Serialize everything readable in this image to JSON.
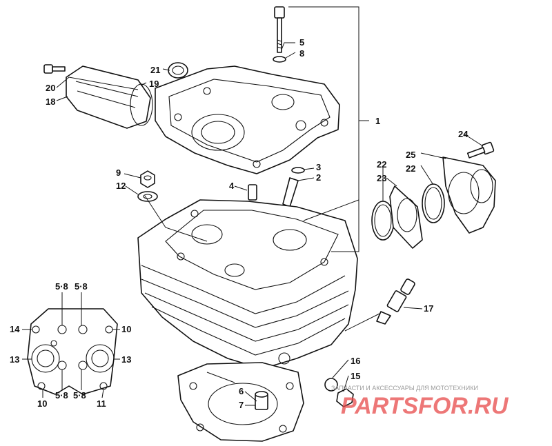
{
  "diagram": {
    "callouts": [
      {
        "id": "c1",
        "text": "1"
      },
      {
        "id": "c2",
        "text": "2"
      },
      {
        "id": "c3",
        "text": "3"
      },
      {
        "id": "c4",
        "text": "4"
      },
      {
        "id": "c5",
        "text": "5"
      },
      {
        "id": "c6",
        "text": "6"
      },
      {
        "id": "c7",
        "text": "7"
      },
      {
        "id": "c8",
        "text": "8"
      },
      {
        "id": "c9",
        "text": "9"
      },
      {
        "id": "c10a",
        "text": "10"
      },
      {
        "id": "c10b",
        "text": "10"
      },
      {
        "id": "c11",
        "text": "11"
      },
      {
        "id": "c12",
        "text": "12"
      },
      {
        "id": "c13a",
        "text": "13"
      },
      {
        "id": "c13b",
        "text": "13"
      },
      {
        "id": "c14",
        "text": "14"
      },
      {
        "id": "c15",
        "text": "15"
      },
      {
        "id": "c16",
        "text": "16"
      },
      {
        "id": "c17",
        "text": "17"
      },
      {
        "id": "c18",
        "text": "18"
      },
      {
        "id": "c19",
        "text": "19"
      },
      {
        "id": "c20",
        "text": "20"
      },
      {
        "id": "c21",
        "text": "21"
      },
      {
        "id": "c22a",
        "text": "22"
      },
      {
        "id": "c22b",
        "text": "22"
      },
      {
        "id": "c23",
        "text": "23"
      },
      {
        "id": "c24",
        "text": "24"
      },
      {
        "id": "c25",
        "text": "25"
      },
      {
        "id": "c58a",
        "text": "5·8"
      },
      {
        "id": "c58b",
        "text": "5·8"
      },
      {
        "id": "c58c",
        "text": "5·8"
      },
      {
        "id": "c58d",
        "text": "5·8"
      }
    ]
  },
  "watermark": {
    "tagline": "ЗАПЧАСТИ И АКСЕССУАРЫ ДЛЯ МОТОТЕХНИКИ",
    "brand": "PARTSFOR.RU"
  }
}
